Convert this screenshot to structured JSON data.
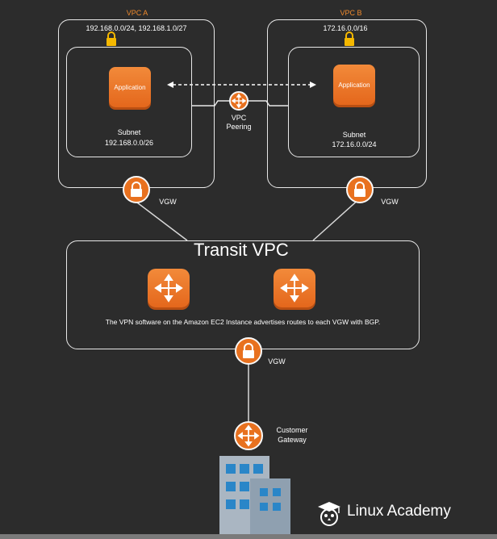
{
  "vpc_a": {
    "title": "VPC A",
    "cidr": "192.168.0.0/24, 192.168.1.0/27",
    "application_label": "Application",
    "subnet_label": "Subnet",
    "subnet_cidr": "192.168.0.0/26",
    "gateway_label": "VGW"
  },
  "vpc_b": {
    "title": "VPC B",
    "cidr": "172.16.0.0/16",
    "application_label": "Application",
    "subnet_label": "Subnet",
    "subnet_cidr": "172.16.0.0/24",
    "gateway_label": "VGW"
  },
  "peering": {
    "label_line1": "VPC",
    "label_line2": "Peering"
  },
  "transit_vpc": {
    "title": "Transit VPC",
    "description": "The VPN software on the Amazon EC2 Instance advertises routes to each VGW with BGP.",
    "gateway_label": "VGW"
  },
  "customer_gateway": {
    "label_line1": "Customer",
    "label_line2": "Gateway"
  },
  "branding": {
    "name": "Linux Academy"
  },
  "colors": {
    "accent": "#e8711f",
    "vpc_title": "#f08a2c",
    "background": "#2c2c2c",
    "building": "#a8b4c0",
    "window": "#2a86c8"
  },
  "icons": [
    "lock-icon",
    "router-icon",
    "building-icon",
    "penguin-logo-icon"
  ]
}
